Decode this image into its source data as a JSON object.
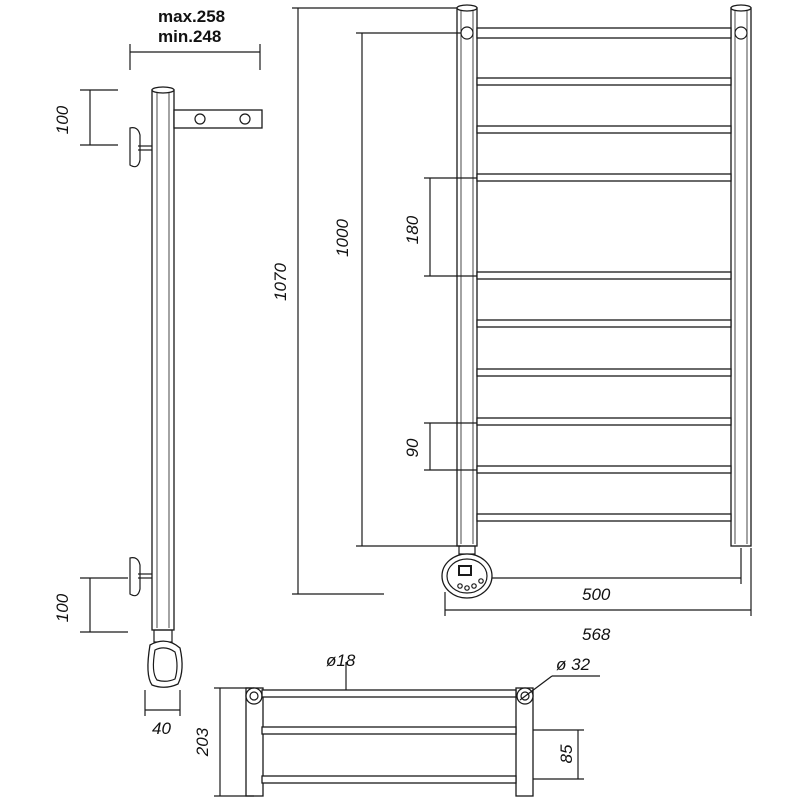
{
  "dimensions": {
    "max_depth": "max.258",
    "min_depth": "min.248",
    "bracket_top": "100",
    "bracket_bottom": "100",
    "control_depth": "40",
    "overall_height": "1070",
    "rail_height": "1000",
    "bar_gap_large": "180",
    "bar_gap_small": "90",
    "width": "500",
    "overall_width": "568",
    "depth": "203",
    "bar_diameter": "18",
    "tube_diameter": "32",
    "bar_spacing_top": "85"
  },
  "colors": {
    "line": "#1a1a1a",
    "background": "#ffffff"
  }
}
